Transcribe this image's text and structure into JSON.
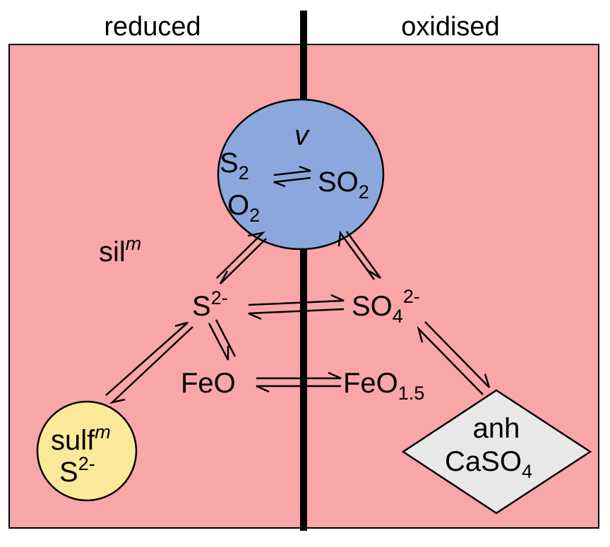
{
  "headers": {
    "left": "reduced",
    "right": "oxidised"
  },
  "colors": {
    "background_panel": "#f9a6a8",
    "vapour": "#8aa8dc",
    "sulfide_melt": "#fbe99a",
    "anhydrite": "#e8e8e8",
    "divider": "#000000"
  },
  "vapour": {
    "label": "v",
    "s2": {
      "base": "S",
      "sub": "2"
    },
    "so2": {
      "base": "SO",
      "sub": "2"
    },
    "o2": {
      "base": "O",
      "sub": "2"
    }
  },
  "silicate_melt": {
    "base": "sil",
    "sup": "m"
  },
  "sulfide_ion": {
    "base": "S",
    "sup": "2-"
  },
  "sulfate_ion": {
    "base": "SO",
    "sub": "4",
    "sup": "2-"
  },
  "feo": {
    "base": "FeO"
  },
  "feo15": {
    "base": "FeO",
    "sub": "1.5"
  },
  "sulfide_melt": {
    "line1": {
      "base": "sulf",
      "sup": "m"
    },
    "line2": {
      "base": "S",
      "sup": "2-"
    }
  },
  "anhydrite": {
    "line1": "anh",
    "line2": {
      "base": "CaSO",
      "sub": "4"
    }
  }
}
